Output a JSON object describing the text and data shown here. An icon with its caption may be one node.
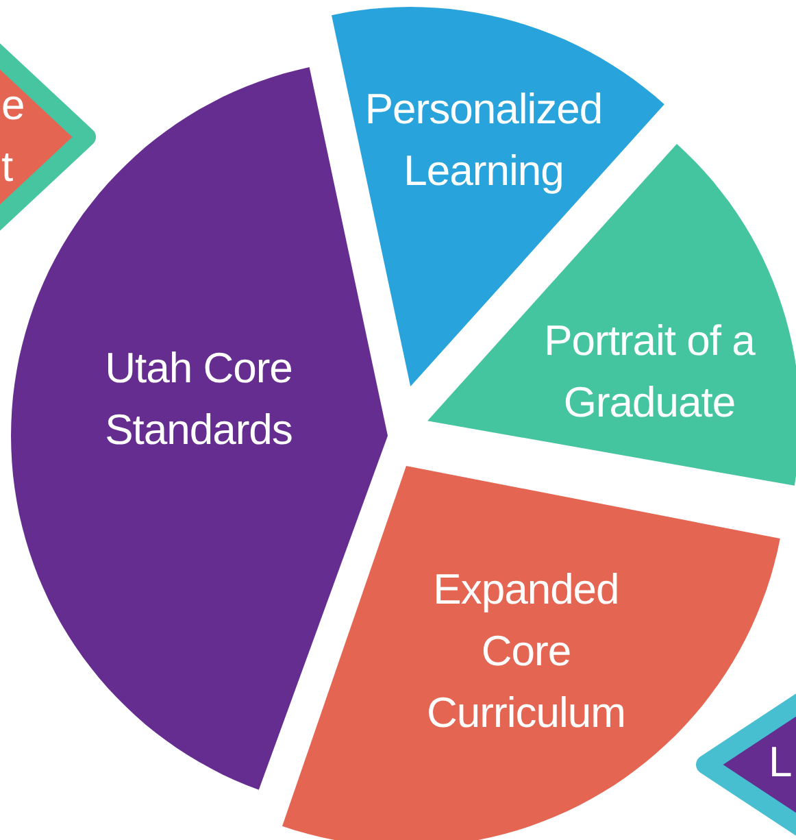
{
  "diagram": {
    "nodes": [
      {
        "text": [
          "e t"
        ]
      },
      {
        "text": [
          "Personalized Learning"
        ]
      },
      {
        "text": [
          "Utah Core Standards"
        ]
      },
      {
        "text": [
          "Portrait of a Graduate"
        ]
      },
      {
        "text": [
          "Expanded Core Curriculum"
        ]
      },
      {
        "text": [
          "L"
        ]
      }
    ]
  }
}
